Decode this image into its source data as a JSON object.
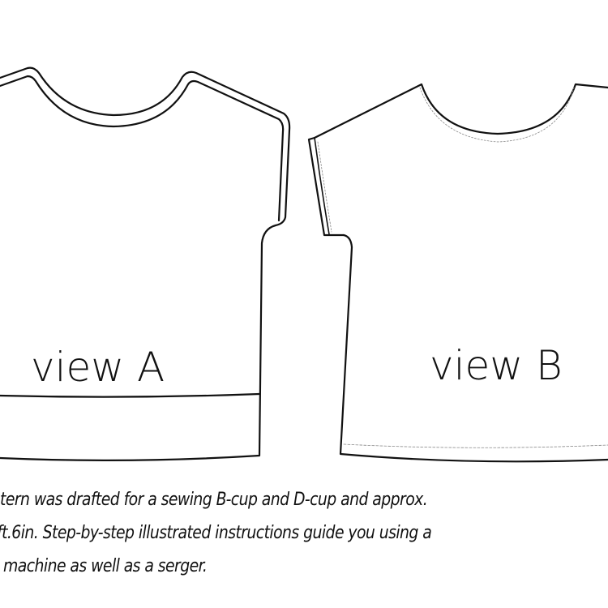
{
  "views": {
    "a_label": "view A",
    "b_label": "view B"
  },
  "caption": {
    "lines": [
      "tern was drafted for a sewing B-cup and D-cup and approx.",
      "ft.6in. Step-by-step illustrated instructions guide you using a",
      "machine as well as a serger."
    ]
  }
}
